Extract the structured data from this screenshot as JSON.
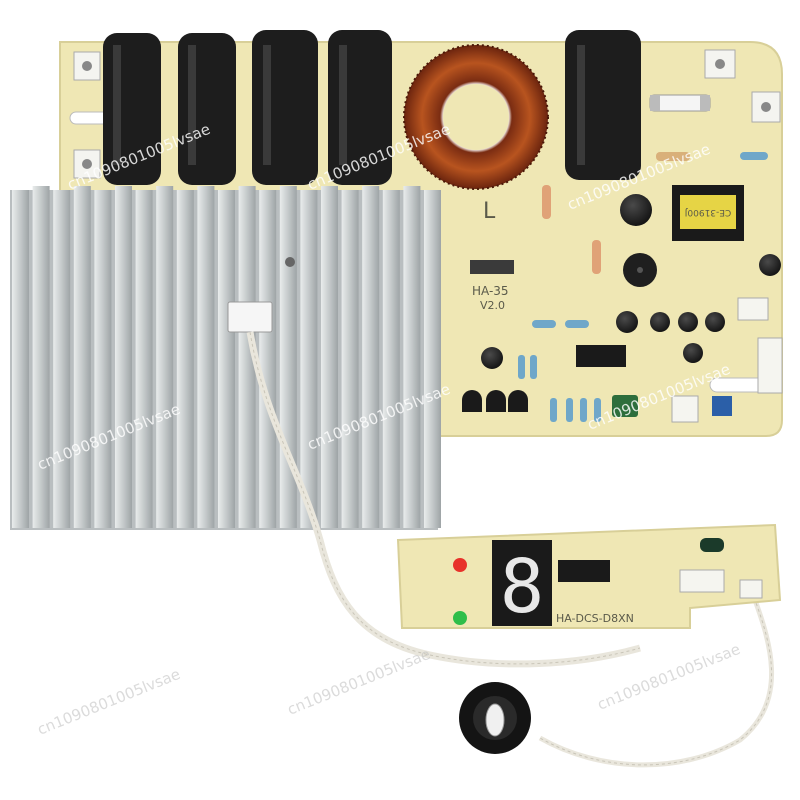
{
  "main_board": {
    "model_label": "HA-35",
    "version_label": "V2.0",
    "coil_mark": "L",
    "transformer_label": "CE-31900J"
  },
  "display_board": {
    "model_label": "HA-DCS-D8XN",
    "digit": "8"
  },
  "watermark": {
    "text": "cn1090801005lvsae"
  },
  "colors": {
    "pcb": "#efe7b4",
    "heatsink": "#cfd3d4",
    "led_red": "#e8322a",
    "led_green": "#2fbe4a",
    "seven_segment": "#e8e8e8"
  }
}
